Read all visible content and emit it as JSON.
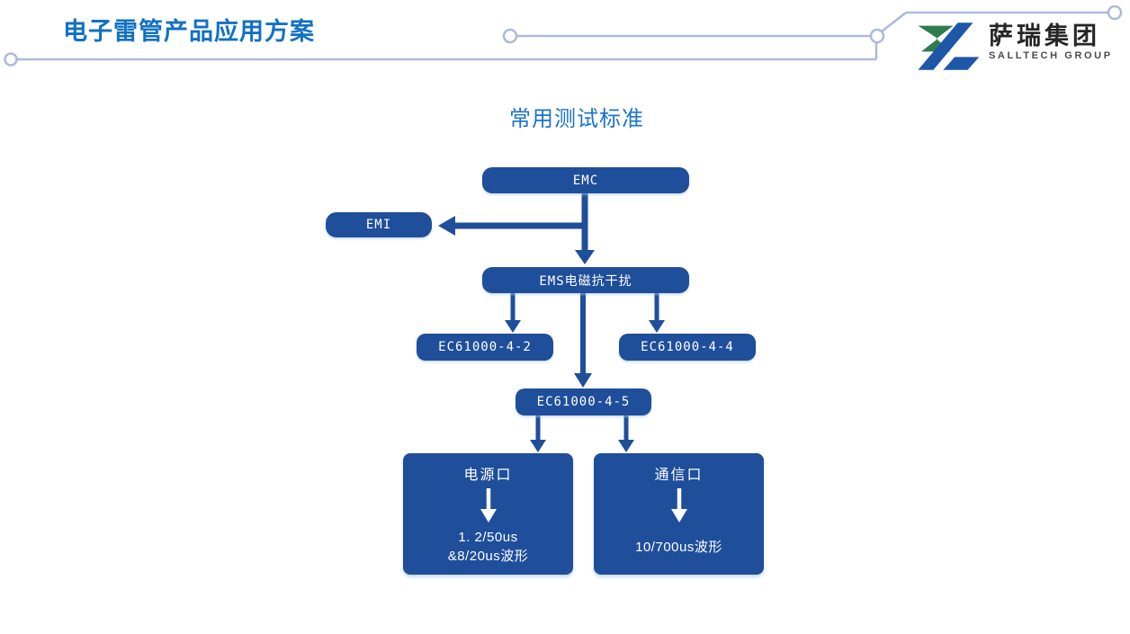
{
  "header": {
    "title": "电子雷管产品应用方案",
    "logo": {
      "name_cn": "萨瑞集团",
      "name_en": "SALLTECH GROUP",
      "green": "#2D7D4E",
      "blue": "#1E56A8"
    }
  },
  "diagram": {
    "title": "常用测试标准",
    "colors": {
      "box_fill": "#1F4E9B",
      "box_text": "#FFFFFF",
      "header_title": "#1171C4",
      "diagram_title": "#1C74C9",
      "decor_line": "#AEB9D8"
    },
    "nodes": {
      "emc": {
        "label": "EMC"
      },
      "emi": {
        "label": "EMI"
      },
      "ems": {
        "label": "EMS电磁抗干扰"
      },
      "ec2": {
        "label": "EC61000-4-2"
      },
      "ec4": {
        "label": "EC61000-4-4"
      },
      "ec5": {
        "label": "EC61000-4-5"
      },
      "power": {
        "title": "电源口",
        "line1": "1. 2/50us",
        "line2": "&8/20us波形"
      },
      "comm": {
        "title": "通信口",
        "line1": "10/700us波形"
      }
    }
  }
}
